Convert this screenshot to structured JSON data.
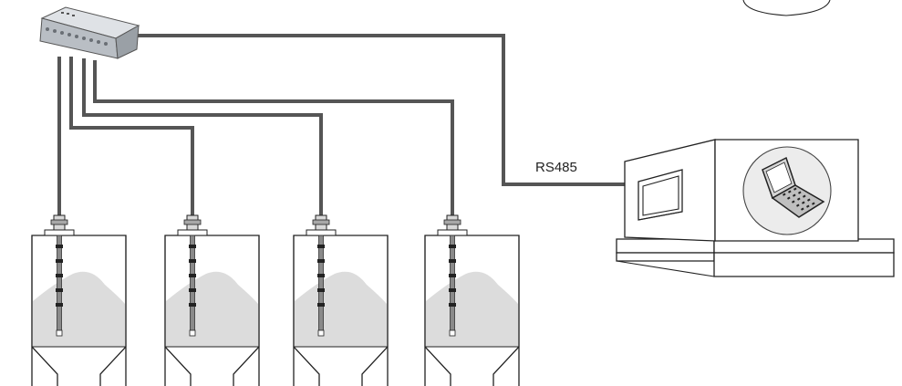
{
  "diagram": {
    "bus_label": "RS485",
    "icons": {
      "controller": "junction-box-icon",
      "building": "control-room-icon",
      "computer": "laptop-icon",
      "silo": "silo-icon",
      "probe": "level-probe-icon"
    },
    "colors": {
      "cable": "#555555",
      "outline": "#222222",
      "material": "#dcdcdc",
      "controller_body": "#b9bec4"
    },
    "silos": [
      {
        "id": "silo-1"
      },
      {
        "id": "silo-2"
      },
      {
        "id": "silo-3"
      },
      {
        "id": "silo-4"
      }
    ]
  }
}
